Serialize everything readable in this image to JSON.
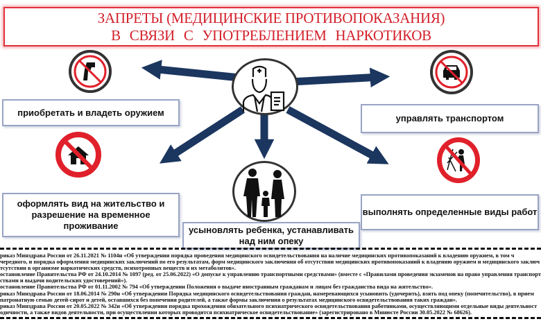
{
  "title": {
    "line1": "ЗАПРЕТЫ (МЕДИЦИНСКИЕ ПРОТИВОПОКАЗАНИЯ)",
    "line2": "В СВЯЗИ С УПОТРЕБЛЕНИЕМ НАРКОТИКОВ"
  },
  "center_icon": "doctor-with-document-icon",
  "prohibitions": [
    {
      "label": "приобретать и владеть оружием",
      "icon": "no-gun-icon"
    },
    {
      "label": "оформлять вид на жительство и разрешение на временное проживание",
      "icon": "no-house-icon"
    },
    {
      "label": "усыновлять ребенка, устанавливать над ним опеку",
      "icon": "family-icon"
    },
    {
      "label": "управлять транспортом",
      "icon": "no-car-icon"
    },
    {
      "label": "выполнять определенные виды работ",
      "icon": "no-climbing-icon"
    }
  ],
  "colors": {
    "title": "#d3202a",
    "arrow": "#1b365f",
    "sign_red": "#e0202a",
    "box_border": "#98a3c4"
  },
  "references": [
    "риказ Минздрава России от 26.11.2021 № 1104н «Об утверждении порядка проведения медицинского освидетельствования на наличие медицинских противопоказаний к владению оружием, в том ч",
    "чередного, и порядка оформления медицинских заключений по его результатам, форм медицинского заключения об отсутствии медицинских противопоказаний к владению оружием и медицинского заключ",
    "тсутствии в организме наркотических средств, психотропных веществ и их метаболитов».",
    "остановление Правительства РФ от 24.10.2014 № 1097 (ред. от 25.06.2022) «О допуске к управлению транспортными средствами» (вместе с «Правилами проведения экзаменов на право управления транспорт",
    "ствами и выдачи водительских удостоверений»).",
    "остановление Правительства РФ от 01.11.2002  № 794 «Об утверждении Положения о выдаче иностранным гражданам и лицам без гражданства вида на жительство».",
    "риказ Минздрава России от 18.06.2014 № 290н «Об утверждении Порядка медицинского освидетельствования граждан, намеревающихся усыновить (удочерить), взять под опеку (попечительство), в прием",
    "патронатную семью детей-сирот и детей, оставшихся без попечения родителей, а также формы заключения о результатах медицинского освидетельствования таких граждан».",
    "риказ Минздрава России от 20.05.2022 № 342н «Об утверждении порядка прохождения обязательного психиатрического освидетельствования работниками, осуществляющими отдельные виды деятельност",
    "одичности, а также видов деятельности, при осуществлении которых проводится психиатрическое освидетельствование» (зарегистрировано в Минюсте России 30.05.2022 № 68626)."
  ]
}
